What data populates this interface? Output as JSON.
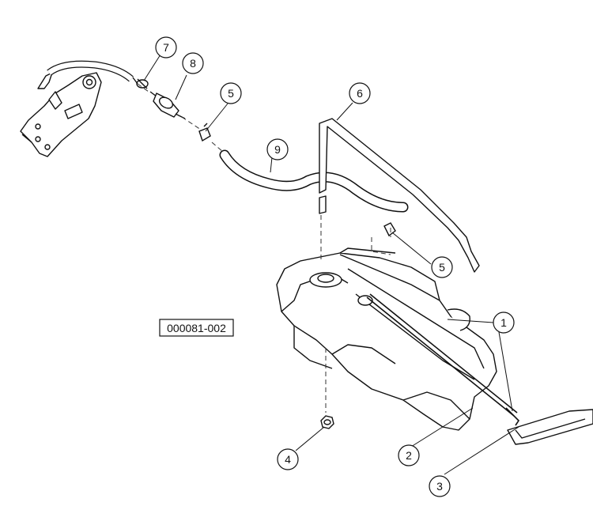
{
  "figure": {
    "part_code": "000081-002",
    "callouts": [
      {
        "id": "callout-7",
        "label": "7",
        "part": "clamp"
      },
      {
        "id": "callout-8",
        "label": "8",
        "part": "fuel-filter"
      },
      {
        "id": "callout-5a",
        "label": "5",
        "part": "hose-clip-upper"
      },
      {
        "id": "callout-6",
        "label": "6",
        "part": "tank-strap"
      },
      {
        "id": "callout-9",
        "label": "9",
        "part": "fuel-hose"
      },
      {
        "id": "callout-5b",
        "label": "5",
        "part": "hose-clip-lower"
      },
      {
        "id": "callout-1",
        "label": "1",
        "part": "fuel-tank"
      },
      {
        "id": "callout-2",
        "label": "2",
        "part": "tank-rod"
      },
      {
        "id": "callout-3",
        "label": "3",
        "part": "mounting-bracket"
      },
      {
        "id": "callout-4",
        "label": "4",
        "part": "nut"
      }
    ]
  }
}
